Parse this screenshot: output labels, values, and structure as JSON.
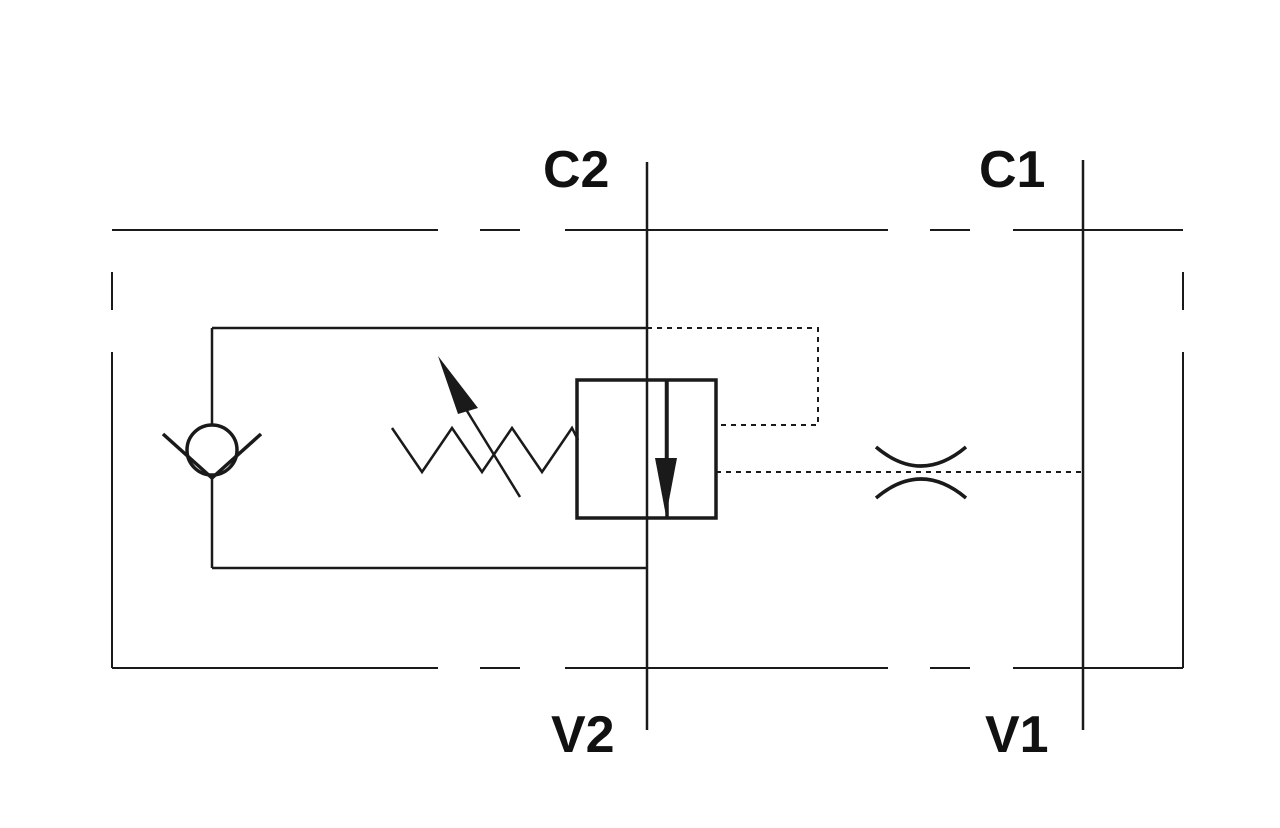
{
  "ports": {
    "c2": "C2",
    "c1": "C1",
    "v2": "V2",
    "v1": "V1"
  },
  "colors": {
    "line": "#1a1a1a",
    "background": "#ffffff"
  }
}
